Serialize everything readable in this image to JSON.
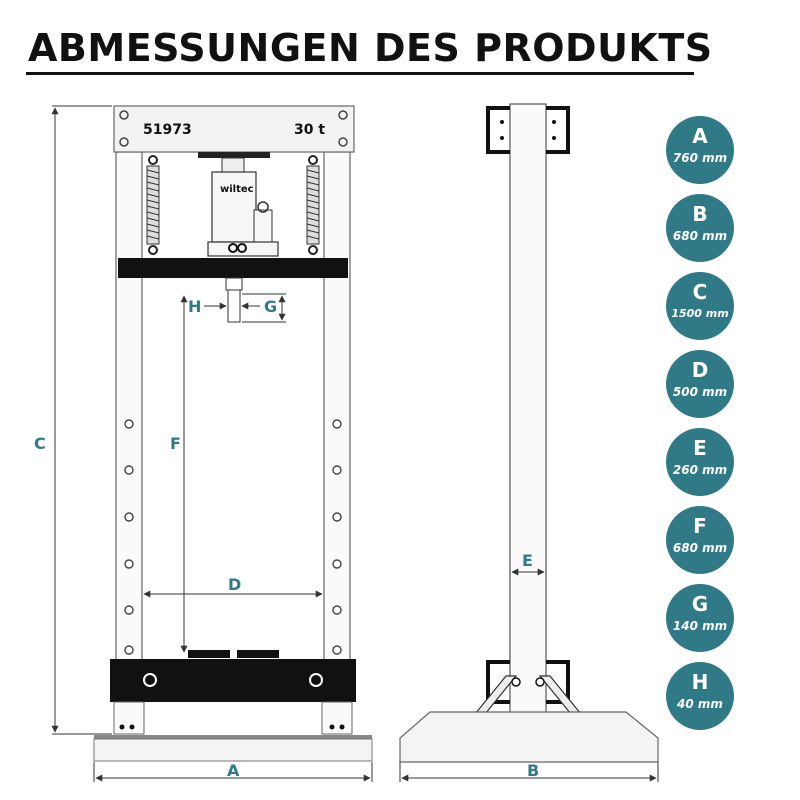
{
  "title": "ABMESSUNGEN DES PRODUKTS",
  "press": {
    "model": "51973",
    "capacity": "30 t",
    "jack_brand": "wiltec"
  },
  "labels": {
    "A": "A",
    "B": "B",
    "C": "C",
    "D": "D",
    "E": "E",
    "F": "F",
    "G": "G",
    "H": "H"
  },
  "dimensions": [
    {
      "letter": "A",
      "value": "760 mm"
    },
    {
      "letter": "B",
      "value": "680 mm"
    },
    {
      "letter": "C",
      "value": "1500 mm"
    },
    {
      "letter": "D",
      "value": "500 mm"
    },
    {
      "letter": "E",
      "value": "260 mm"
    },
    {
      "letter": "F",
      "value": "680 mm"
    },
    {
      "letter": "G",
      "value": "140 mm"
    },
    {
      "letter": "H",
      "value": "40 mm"
    }
  ],
  "colors": {
    "accent": "#2f7a86",
    "steel": "#111111",
    "frame_fill": "#f2f2f2"
  }
}
